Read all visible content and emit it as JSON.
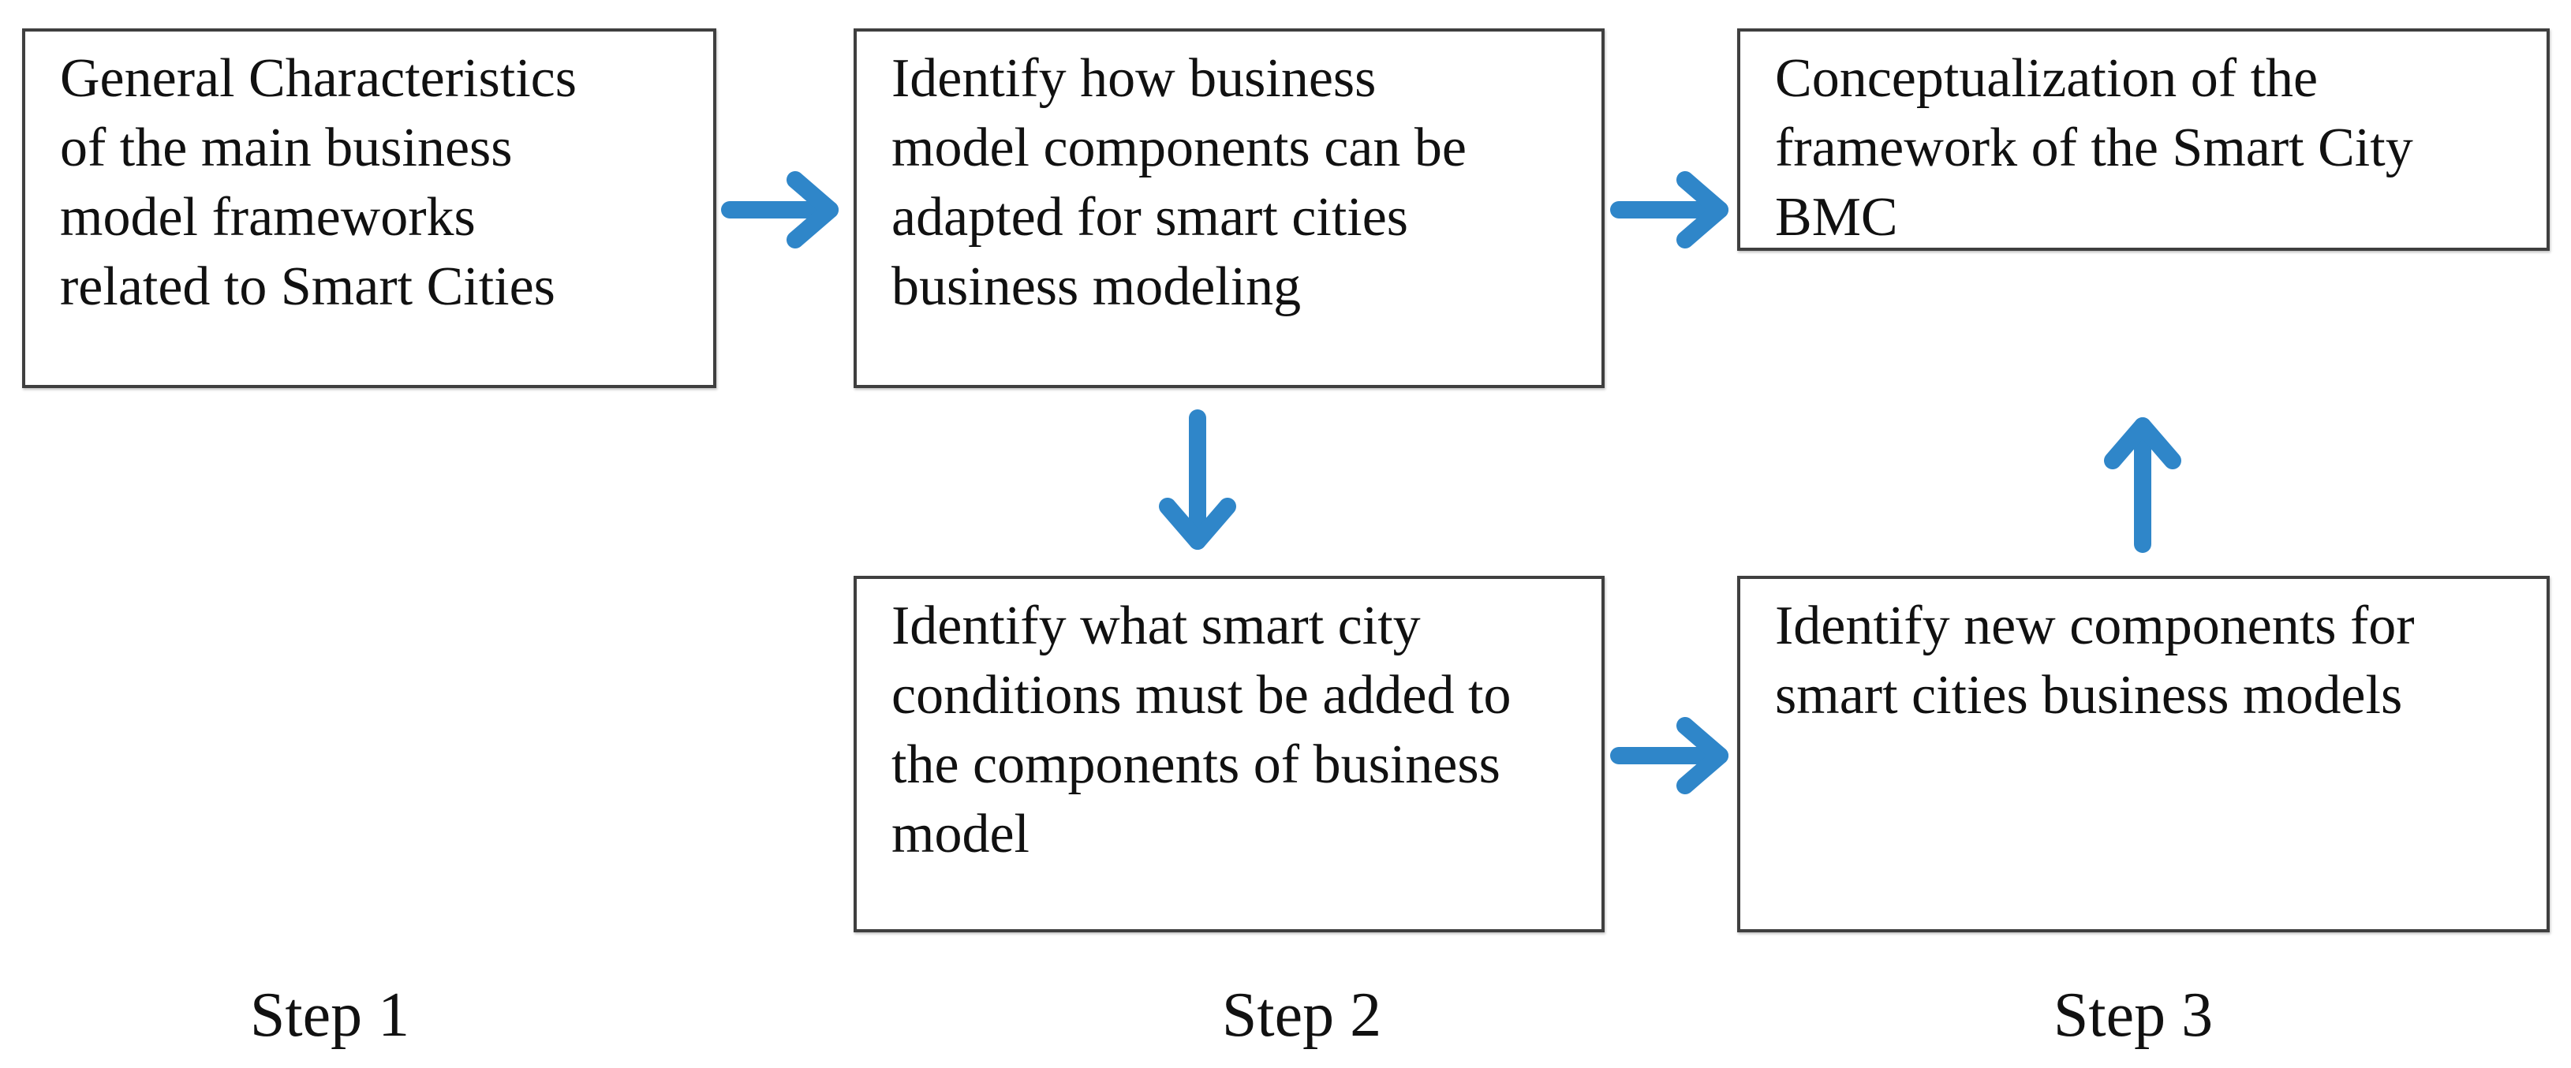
{
  "boxes": {
    "general_characteristics": "General Characteristics\nof the main business\nmodel frameworks\nrelated to Smart Cities",
    "identify_how": "Identify how business\nmodel components can be\nadapted for smart cities\nbusiness modeling",
    "conceptualization": "Conceptualization of the\nframework of the Smart City\nBMC",
    "identify_what": "Identify what smart city\nconditions must be added to\nthe components of business\nmodel",
    "identify_new": "Identify new components for\nsmart cities business models"
  },
  "steps": [
    "Step 1",
    "Step 2",
    "Step 3"
  ],
  "colors": {
    "arrow": "#2f86c9",
    "box_border": "#3f3f3f"
  }
}
